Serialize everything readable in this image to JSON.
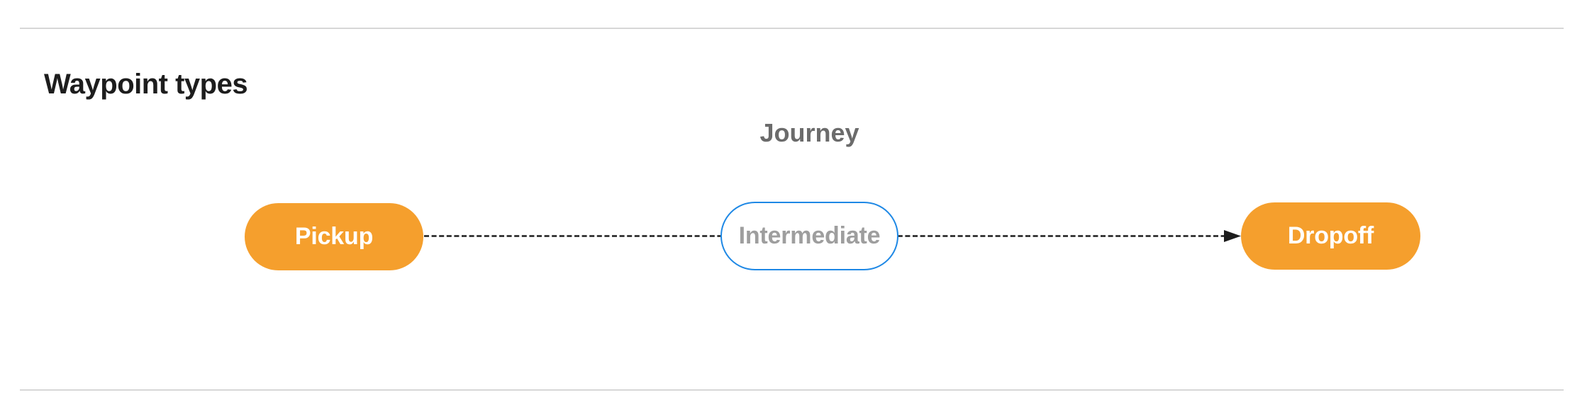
{
  "header": {
    "title": "Waypoint types"
  },
  "diagram": {
    "journey_label": "Journey",
    "nodes": [
      {
        "id": "pickup",
        "label": "Pickup",
        "style": "terminal"
      },
      {
        "id": "intermediate",
        "label": "Intermediate",
        "style": "intermediate"
      },
      {
        "id": "dropoff",
        "label": "Dropoff",
        "style": "terminal"
      }
    ],
    "connector": {
      "style": "dashed-arrow",
      "from": "Pickup",
      "through": "Intermediate",
      "to": "Dropoff"
    },
    "colors": {
      "terminal_fill": "#f59f2d",
      "terminal_text": "#ffffff",
      "intermediate_border": "#1e88e5",
      "intermediate_text": "#9e9e9e",
      "journey_label_text": "#6b6b6b",
      "connector_stroke": "#1c1c1c",
      "divider": "#d7d7d7",
      "title_text": "#1d1d1d"
    }
  }
}
